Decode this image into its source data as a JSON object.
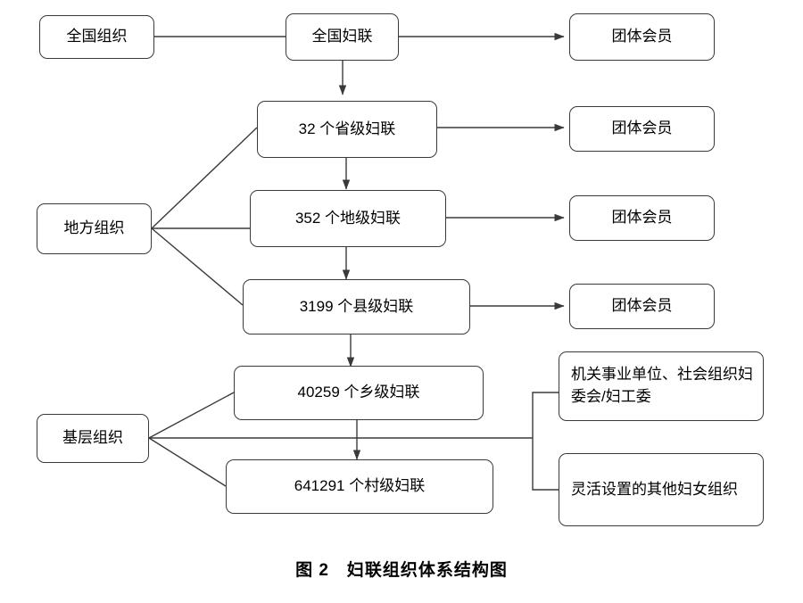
{
  "figure": {
    "caption": "图 2　妇联组织体系结构图"
  },
  "diagram": {
    "type": "organization-hierarchy-flowchart",
    "groups": [
      {
        "id": "national",
        "label": "全国组织"
      },
      {
        "id": "local",
        "label": "地方组织"
      },
      {
        "id": "grassroots",
        "label": "基层组织"
      }
    ],
    "levels": [
      {
        "id": "national-federation",
        "label": "全国妇联"
      },
      {
        "id": "provincial",
        "label": "32 个省级妇联"
      },
      {
        "id": "prefecture",
        "label": "352 个地级妇联"
      },
      {
        "id": "county",
        "label": "3199 个县级妇联"
      },
      {
        "id": "township",
        "label": "40259 个乡级妇联"
      },
      {
        "id": "village",
        "label": "641291 个村级妇联"
      }
    ],
    "members": [
      {
        "id": "member-national",
        "label": "团体会员"
      },
      {
        "id": "member-provincial",
        "label": "团体会员"
      },
      {
        "id": "member-prefecture",
        "label": "团体会员"
      },
      {
        "id": "member-county",
        "label": "团体会员"
      }
    ],
    "grassroots_units": [
      {
        "id": "unit-institutions",
        "label": "机关事业单位、社会组织妇委会/妇工委"
      },
      {
        "id": "unit-flexible",
        "label": "灵活设置的其他妇女组织"
      }
    ]
  },
  "style": {
    "stroke": "#3a3a3a",
    "background": "#ffffff",
    "text": "#000000"
  }
}
